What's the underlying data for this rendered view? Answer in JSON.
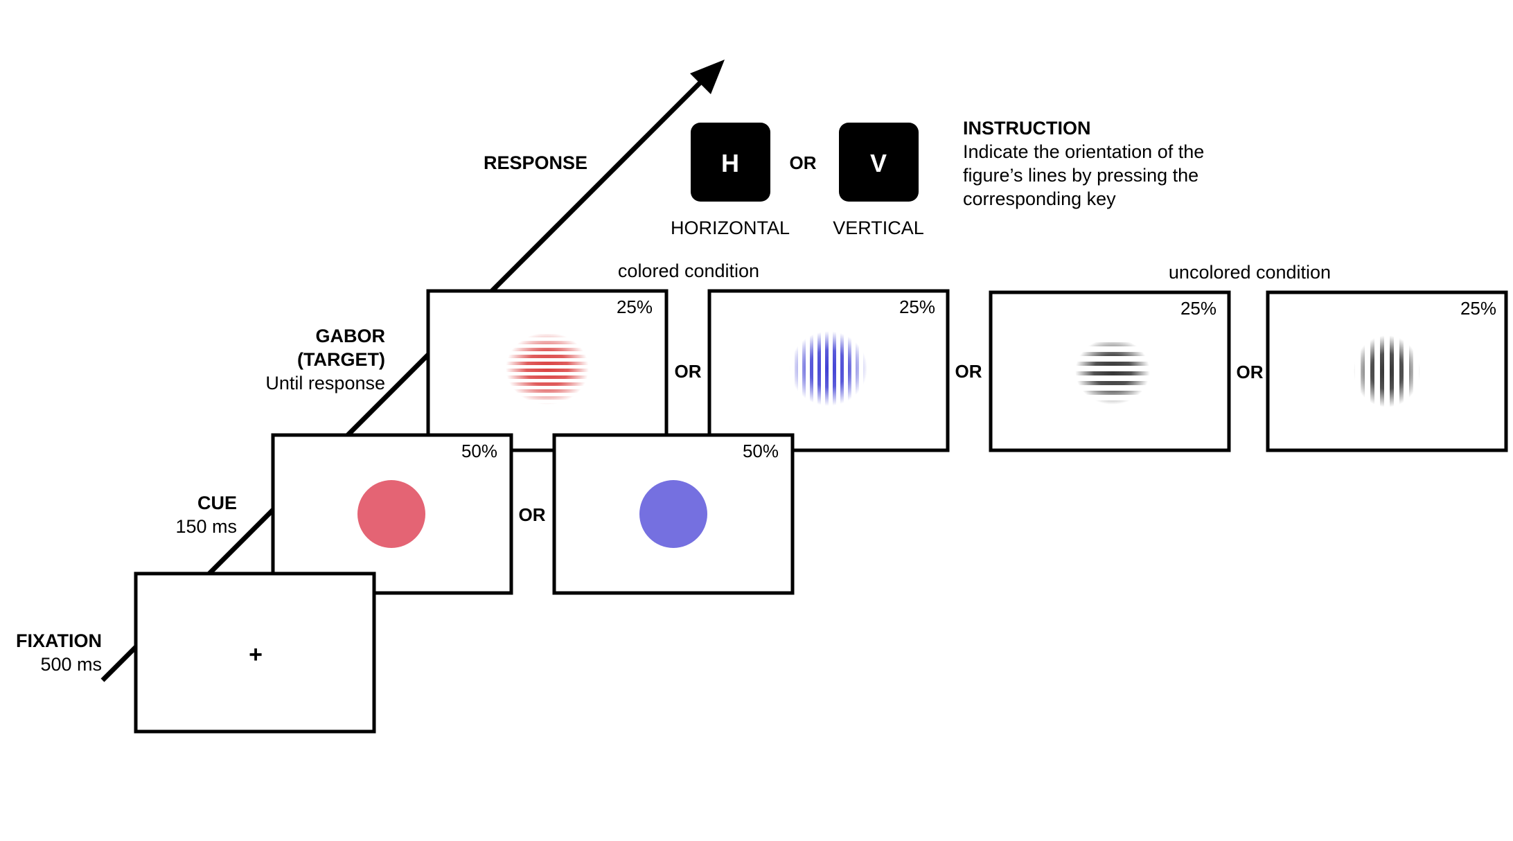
{
  "colors": {
    "line": "#000000",
    "background": "#ffffff",
    "cue_red": "#e46474",
    "cue_blue": "#7570e0",
    "gabor_red": "#d42020",
    "gabor_blue": "#1e1ecc",
    "gabor_gray": "#000000"
  },
  "stages": {
    "fixation": {
      "title": "FIXATION",
      "duration": "500 ms",
      "symbol": "+"
    },
    "cue": {
      "title": "CUE",
      "duration": "150 ms"
    },
    "gabor": {
      "title_line1": "GABOR",
      "title_line2": "(TARGET)",
      "duration": "Until response"
    },
    "response": {
      "title": "RESPONSE"
    }
  },
  "cue_frames": [
    {
      "percent": "50%",
      "stimulus": "red-disc"
    },
    {
      "percent": "50%",
      "stimulus": "blue-disc"
    }
  ],
  "gabor_frames": [
    {
      "percent": "25%",
      "stimulus": "red-horizontal-gabor"
    },
    {
      "percent": "25%",
      "stimulus": "blue-vertical-gabor"
    },
    {
      "percent": "25%",
      "stimulus": "gray-horizontal-gabor"
    },
    {
      "percent": "25%",
      "stimulus": "gray-vertical-gabor"
    }
  ],
  "conditions": {
    "colored": "colored condition",
    "uncolored": "uncolored condition"
  },
  "or_label": "OR",
  "keys": {
    "h": {
      "key": "H",
      "label": "HORIZONTAL"
    },
    "v": {
      "key": "V",
      "label": "VERTICAL"
    }
  },
  "instruction": {
    "title": "INSTRUCTION",
    "line1": "Indicate the orientation of the",
    "line2": "figure’s lines by pressing the",
    "line3": "corresponding key"
  }
}
